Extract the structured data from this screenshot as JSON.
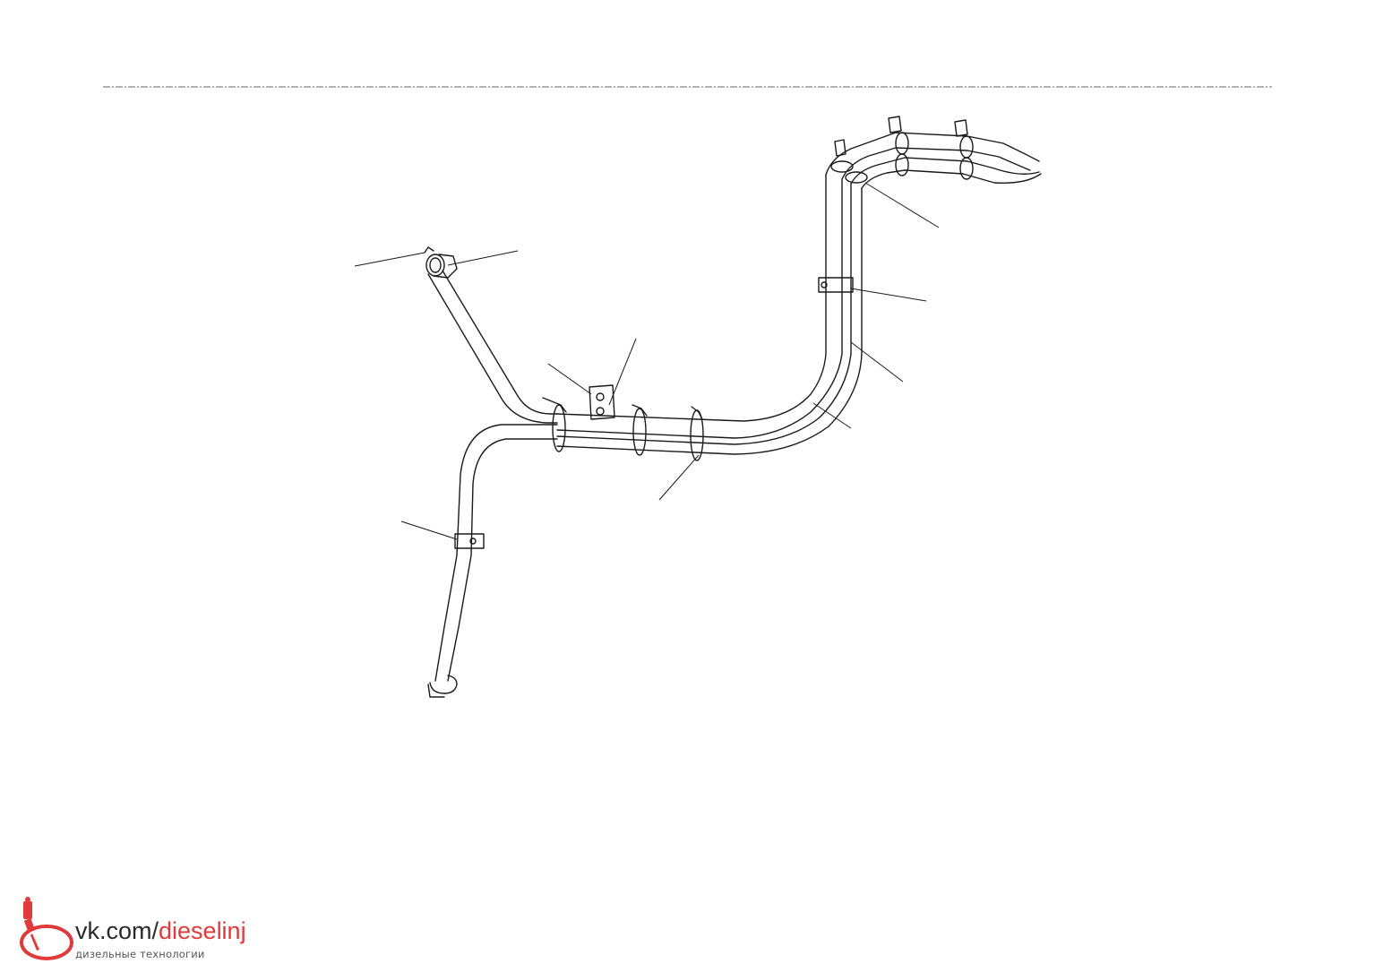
{
  "drawing": {
    "description_free": true,
    "line_color": "#1a1a1a",
    "border_line_color": "#555555"
  },
  "logo": {
    "prefix": "vk.com/",
    "accent": "dieselinj",
    "subtitle": "дизельные технологии",
    "accent_color": "#e03a3a",
    "icon": "diesel-injector-logo-icon"
  }
}
